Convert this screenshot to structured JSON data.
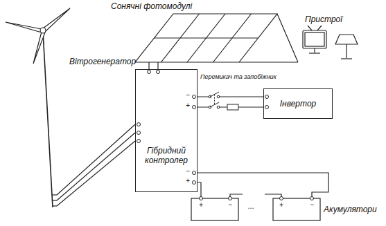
{
  "diagram": {
    "nodes": [
      {
        "text": [
          "Сонячні фотомодулі"
        ]
      },
      {
        "text": [
          "Пристрої"
        ]
      },
      {
        "text": [
          "Вітрогенератор"
        ]
      },
      {
        "text": [
          "Гібридний контролер"
        ]
      },
      {
        "text": [
          "Інвертор"
        ]
      },
      {
        "text": [
          "Акумулятори"
        ]
      }
    ],
    "edges": [
      {
        "from": 2,
        "to": 3,
        "arrow": "none"
      },
      {
        "from": 0,
        "to": 3,
        "arrow": "none"
      },
      {
        "from": 3,
        "to": 4,
        "arrow": "none"
      },
      {
        "from": 3,
        "to": 5,
        "arrow": "none"
      }
    ],
    "labels": [
      "Перемикач та запобіжник",
      "−",
      "+",
      "−",
      "+",
      "+",
      "−",
      "...",
      "+",
      "−"
    ]
  }
}
